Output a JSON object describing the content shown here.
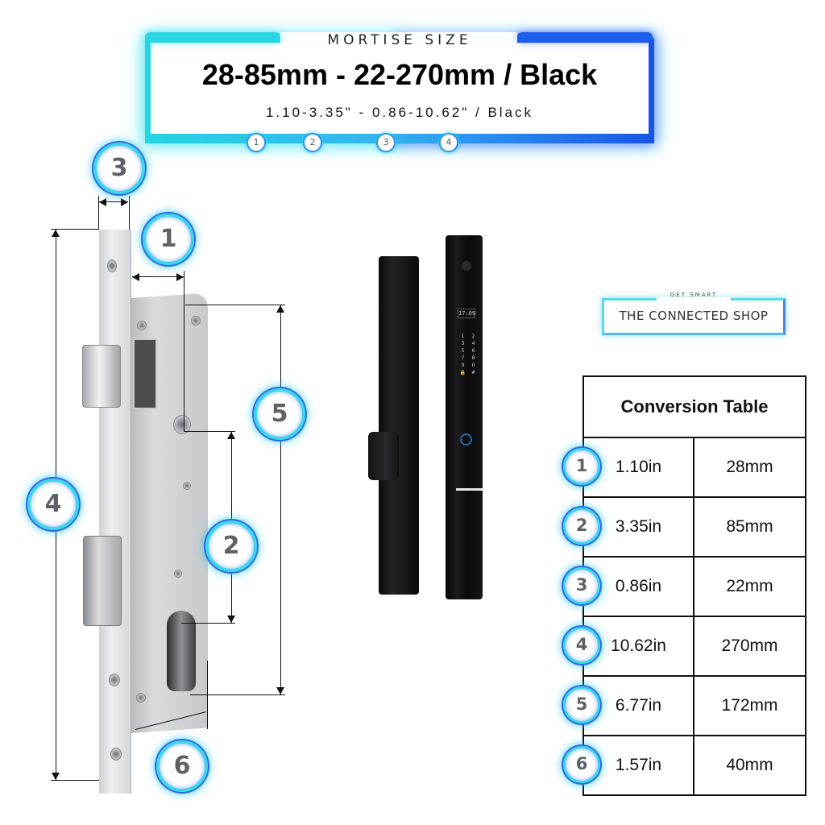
{
  "header": {
    "subtitle": "MORTISE SIZE",
    "title": "28-85mm - 22-270mm / Black",
    "inches_line": "1.10-3.35\" - 0.86-10.62\" / Black",
    "mini_badges": [
      "1",
      "2",
      "3",
      "4"
    ],
    "colors": {
      "cyan": "#25d5e0",
      "blue": "#1a54e6"
    }
  },
  "diagram": {
    "badges": [
      {
        "id": "3",
        "label": "3"
      },
      {
        "id": "1",
        "label": "1"
      },
      {
        "id": "5",
        "label": "5"
      },
      {
        "id": "4",
        "label": "4"
      },
      {
        "id": "2",
        "label": "2"
      },
      {
        "id": "6",
        "label": "6"
      }
    ]
  },
  "product": {
    "display_time": "17:09",
    "keypad": [
      "1",
      "2",
      "3",
      "4",
      "5",
      "6",
      "7",
      "8",
      "9",
      "0",
      "🔒",
      "#"
    ]
  },
  "logo": {
    "tagline": "GET SMART",
    "name": "THE CONNECTED SHOP"
  },
  "conversion_table": {
    "title": "Conversion Table",
    "rows": [
      {
        "num": "1",
        "inches": "1.10in",
        "mm": "28mm"
      },
      {
        "num": "2",
        "inches": "3.35in",
        "mm": "85mm"
      },
      {
        "num": "3",
        "inches": "0.86in",
        "mm": "22mm"
      },
      {
        "num": "4",
        "inches": "10.62in",
        "mm": "270mm"
      },
      {
        "num": "5",
        "inches": "6.77in",
        "mm": "172mm"
      },
      {
        "num": "6",
        "inches": "1.57in",
        "mm": "40mm"
      }
    ]
  }
}
